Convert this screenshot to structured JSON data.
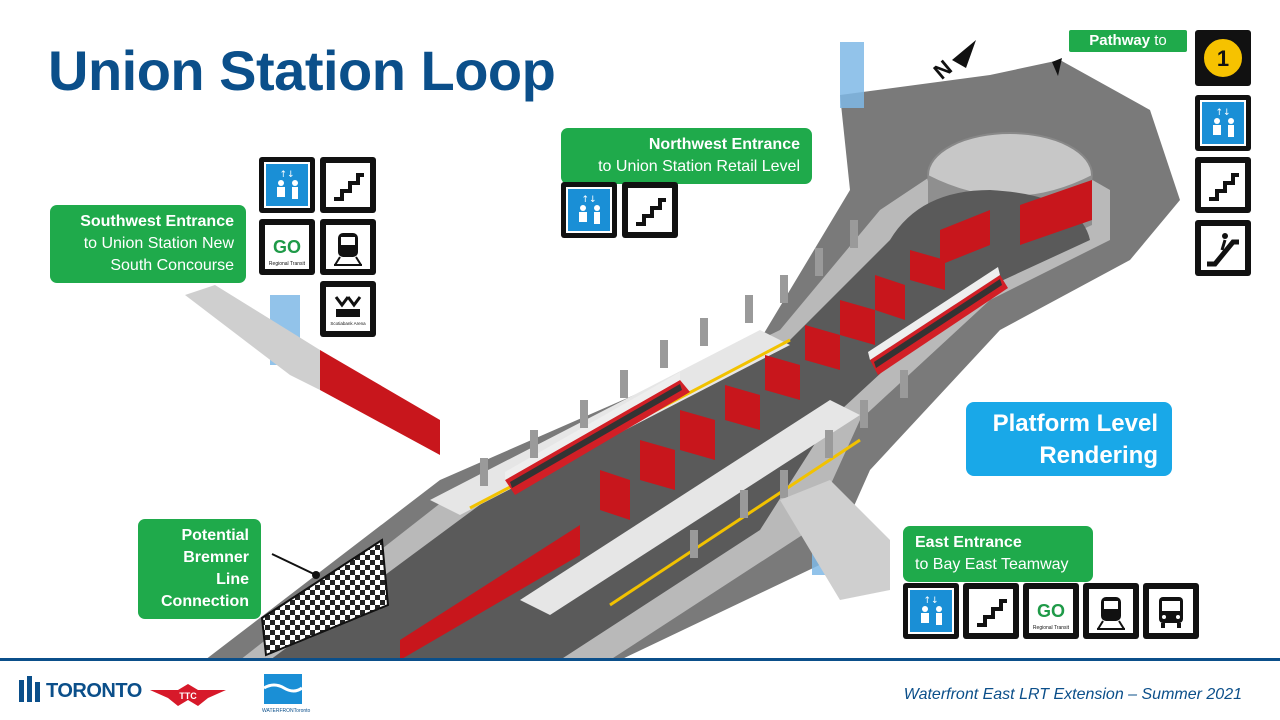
{
  "title": "Union Station Loop",
  "callouts": {
    "southwest": {
      "heading": "Southwest Entrance",
      "line1": "to Union Station New",
      "line2": "South Concourse"
    },
    "northwest": {
      "heading": "Northwest Entrance",
      "line1": "to Union Station Retail Level"
    },
    "east": {
      "heading": "East Entrance",
      "line1": "to Bay East Teamway"
    },
    "bremner": {
      "line1": "Potential",
      "line2": "Bremner Line",
      "line3": "Connection"
    }
  },
  "pathway": {
    "label": "Pathway",
    "suffix": "to",
    "line_number": "1"
  },
  "platform_label": {
    "line1": "Platform Level",
    "line2": "Rendering"
  },
  "icon_labels": {
    "go_sub": "Regional Transit",
    "arena_sub": "Scotiabank Arena"
  },
  "compass": "N",
  "footer": {
    "caption": "Waterfront East LRT Extension – Summer 2021",
    "toronto": "TORONTO",
    "waterfront": "WATERFRONToronto"
  },
  "colors": {
    "title": "#0b4f8a",
    "callout_green": "#1faa4b",
    "platform_blue": "#19a8e8",
    "ttc_red": "#d7192a",
    "line1_yellow": "#f6c200",
    "elevator_blue": "#1a8fd6"
  }
}
